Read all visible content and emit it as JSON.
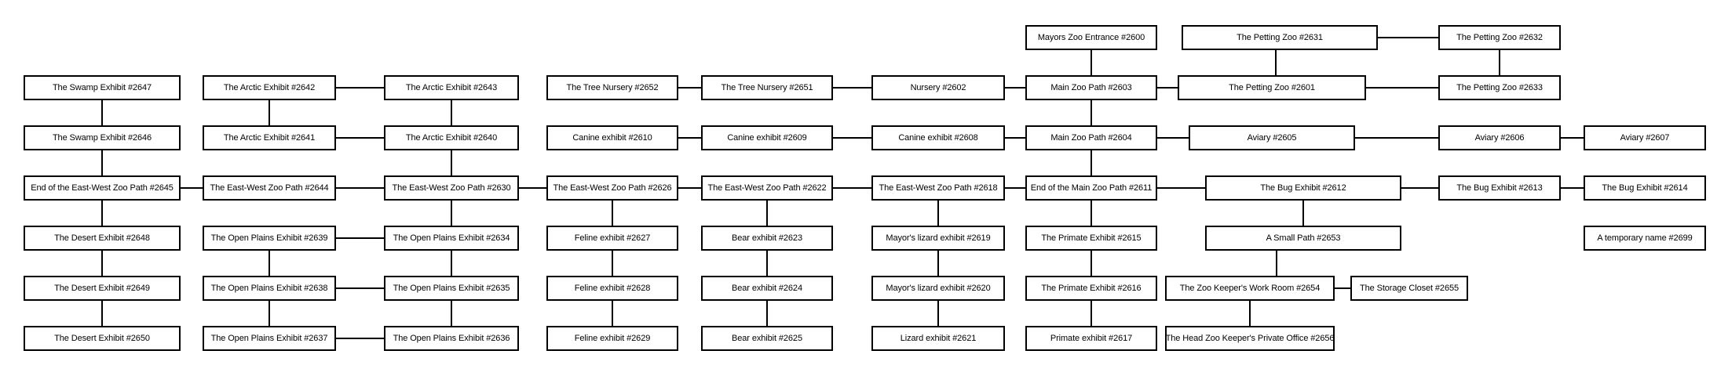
{
  "diagram": {
    "type": "room-connection-map",
    "colors": {
      "background": "#ffffff",
      "box_fill": "#ffffff",
      "line_color": "#000000",
      "text_color": "#000000"
    },
    "nodes": [
      {
        "id": "2600",
        "label": "Mayors Zoo Entrance #2600",
        "row": 0,
        "col": 6
      },
      {
        "id": "2631",
        "label": "The Petting Zoo #2631",
        "row": 0,
        "col": 7
      },
      {
        "id": "2632",
        "label": "The Petting Zoo #2632",
        "row": 0,
        "col": 8
      },
      {
        "id": "2647",
        "label": "The Swamp Exhibit #2647",
        "row": 1,
        "col": 0
      },
      {
        "id": "2642",
        "label": "The Arctic Exhibit #2642",
        "row": 1,
        "col": 1
      },
      {
        "id": "2643",
        "label": "The Arctic Exhibit #2643",
        "row": 1,
        "col": 2
      },
      {
        "id": "2652",
        "label": "The Tree Nursery #2652",
        "row": 1,
        "col": 3
      },
      {
        "id": "2651",
        "label": "The Tree Nursery #2651",
        "row": 1,
        "col": 4
      },
      {
        "id": "2602",
        "label": "Nursery #2602",
        "row": 1,
        "col": 5
      },
      {
        "id": "2603",
        "label": "Main Zoo Path #2603",
        "row": 1,
        "col": 6
      },
      {
        "id": "2601",
        "label": "The Petting Zoo #2601",
        "row": 1,
        "col": 7
      },
      {
        "id": "2633",
        "label": "The Petting Zoo #2633",
        "row": 1,
        "col": 8
      },
      {
        "id": "2646",
        "label": "The Swamp Exhibit #2646",
        "row": 2,
        "col": 0
      },
      {
        "id": "2641",
        "label": "The Arctic Exhibit #2641",
        "row": 2,
        "col": 1
      },
      {
        "id": "2640",
        "label": "The Arctic Exhibit #2640",
        "row": 2,
        "col": 2
      },
      {
        "id": "2610",
        "label": "Canine exhibit #2610",
        "row": 2,
        "col": 3
      },
      {
        "id": "2609",
        "label": "Canine exhibit #2609",
        "row": 2,
        "col": 4
      },
      {
        "id": "2608",
        "label": "Canine exhibit #2608",
        "row": 2,
        "col": 5
      },
      {
        "id": "2604",
        "label": "Main Zoo Path #2604",
        "row": 2,
        "col": 6
      },
      {
        "id": "2605",
        "label": "Aviary #2605",
        "row": 2,
        "col": 7
      },
      {
        "id": "2606",
        "label": "Aviary #2606",
        "row": 2,
        "col": 8
      },
      {
        "id": "2607",
        "label": "Aviary #2607",
        "row": 2,
        "col": 9
      },
      {
        "id": "2645",
        "label": "End of the East-West Zoo Path #2645",
        "row": 3,
        "col": 0
      },
      {
        "id": "2644",
        "label": "The East-West Zoo Path #2644",
        "row": 3,
        "col": 1
      },
      {
        "id": "2630",
        "label": "The East-West Zoo Path #2630",
        "row": 3,
        "col": 2
      },
      {
        "id": "2626",
        "label": "The East-West Zoo Path #2626",
        "row": 3,
        "col": 3
      },
      {
        "id": "2622",
        "label": "The East-West Zoo Path #2622",
        "row": 3,
        "col": 4
      },
      {
        "id": "2618",
        "label": "The East-West Zoo Path #2618",
        "row": 3,
        "col": 5
      },
      {
        "id": "2611",
        "label": "End of the Main Zoo Path #2611",
        "row": 3,
        "col": 6
      },
      {
        "id": "2612",
        "label": "The Bug Exhibit #2612",
        "row": 3,
        "col": 7
      },
      {
        "id": "2613",
        "label": "The Bug Exhibit #2613",
        "row": 3,
        "col": 8
      },
      {
        "id": "2614",
        "label": "The Bug Exhibit #2614",
        "row": 3,
        "col": 9
      },
      {
        "id": "2648",
        "label": "The Desert Exhibit #2648",
        "row": 4,
        "col": 0
      },
      {
        "id": "2639",
        "label": "The Open Plains Exhibit #2639",
        "row": 4,
        "col": 1
      },
      {
        "id": "2634",
        "label": "The Open Plains Exhibit #2634",
        "row": 4,
        "col": 2
      },
      {
        "id": "2627",
        "label": "Feline exhibit #2627",
        "row": 4,
        "col": 3
      },
      {
        "id": "2623",
        "label": "Bear exhibit #2623",
        "row": 4,
        "col": 4
      },
      {
        "id": "2619",
        "label": "Mayor's lizard exhibit #2619",
        "row": 4,
        "col": 5
      },
      {
        "id": "2615",
        "label": "The Primate Exhibit #2615",
        "row": 4,
        "col": 6
      },
      {
        "id": "2653",
        "label": "A Small Path #2653",
        "row": 4,
        "col": 7
      },
      {
        "id": "2699",
        "label": "A temporary name #2699",
        "row": 4,
        "col": 9
      },
      {
        "id": "2649",
        "label": "The Desert Exhibit #2649",
        "row": 5,
        "col": 0
      },
      {
        "id": "2638",
        "label": "The Open Plains Exhibit #2638",
        "row": 5,
        "col": 1
      },
      {
        "id": "2635",
        "label": "The Open Plains Exhibit #2635",
        "row": 5,
        "col": 2
      },
      {
        "id": "2628",
        "label": "Feline exhibit #2628",
        "row": 5,
        "col": 3
      },
      {
        "id": "2624",
        "label": "Bear exhibit #2624",
        "row": 5,
        "col": 4
      },
      {
        "id": "2620",
        "label": "Mayor's lizard exhibit #2620",
        "row": 5,
        "col": 5
      },
      {
        "id": "2616",
        "label": "The Primate Exhibit #2616",
        "row": 5,
        "col": 6
      },
      {
        "id": "2654",
        "label": "The Zoo Keeper's Work Room #2654",
        "row": 5,
        "col": 7
      },
      {
        "id": "2655",
        "label": "The Storage Closet #2655",
        "row": 5,
        "col": 8
      },
      {
        "id": "2650",
        "label": "The Desert Exhibit #2650",
        "row": 6,
        "col": 0
      },
      {
        "id": "2637",
        "label": "The Open Plains Exhibit #2637",
        "row": 6,
        "col": 1
      },
      {
        "id": "2636",
        "label": "The Open Plains Exhibit #2636",
        "row": 6,
        "col": 2
      },
      {
        "id": "2629",
        "label": "Feline exhibit #2629",
        "row": 6,
        "col": 3
      },
      {
        "id": "2625",
        "label": "Bear exhibit #2625",
        "row": 6,
        "col": 4
      },
      {
        "id": "2621",
        "label": "Lizard exhibit #2621",
        "row": 6,
        "col": 5
      },
      {
        "id": "2617",
        "label": "Primate exhibit #2617",
        "row": 6,
        "col": 6
      },
      {
        "id": "2656",
        "label": "The Head Zoo Keeper's Private Office #2656",
        "row": 6,
        "col": 7
      }
    ],
    "edges": [
      [
        "2631",
        "2632"
      ],
      [
        "2642",
        "2643"
      ],
      [
        "2652",
        "2651"
      ],
      [
        "2651",
        "2602"
      ],
      [
        "2602",
        "2603"
      ],
      [
        "2603",
        "2601"
      ],
      [
        "2601",
        "2633"
      ],
      [
        "2641",
        "2640"
      ],
      [
        "2610",
        "2609"
      ],
      [
        "2609",
        "2608"
      ],
      [
        "2608",
        "2604"
      ],
      [
        "2604",
        "2605"
      ],
      [
        "2605",
        "2606"
      ],
      [
        "2606",
        "2607"
      ],
      [
        "2645",
        "2644"
      ],
      [
        "2644",
        "2630"
      ],
      [
        "2630",
        "2626"
      ],
      [
        "2626",
        "2622"
      ],
      [
        "2622",
        "2618"
      ],
      [
        "2618",
        "2611"
      ],
      [
        "2611",
        "2612"
      ],
      [
        "2612",
        "2613"
      ],
      [
        "2613",
        "2614"
      ],
      [
        "2639",
        "2634"
      ],
      [
        "2638",
        "2635"
      ],
      [
        "2654",
        "2655"
      ],
      [
        "2637",
        "2636"
      ],
      [
        "2600",
        "2603"
      ],
      [
        "2631",
        "2601"
      ],
      [
        "2632",
        "2633"
      ],
      [
        "2647",
        "2646"
      ],
      [
        "2646",
        "2645"
      ],
      [
        "2645",
        "2648"
      ],
      [
        "2648",
        "2649"
      ],
      [
        "2649",
        "2650"
      ],
      [
        "2642",
        "2641"
      ],
      [
        "2639",
        "2638"
      ],
      [
        "2638",
        "2637"
      ],
      [
        "2643",
        "2640"
      ],
      [
        "2640",
        "2630"
      ],
      [
        "2630",
        "2634"
      ],
      [
        "2634",
        "2635"
      ],
      [
        "2635",
        "2636"
      ],
      [
        "2626",
        "2627"
      ],
      [
        "2627",
        "2628"
      ],
      [
        "2628",
        "2629"
      ],
      [
        "2622",
        "2623"
      ],
      [
        "2623",
        "2624"
      ],
      [
        "2624",
        "2625"
      ],
      [
        "2618",
        "2619"
      ],
      [
        "2619",
        "2620"
      ],
      [
        "2620",
        "2621"
      ],
      [
        "2603",
        "2604"
      ],
      [
        "2604",
        "2611"
      ],
      [
        "2611",
        "2615"
      ],
      [
        "2615",
        "2616"
      ],
      [
        "2616",
        "2617"
      ],
      [
        "2612",
        "2653"
      ],
      [
        "2653",
        "2654"
      ],
      [
        "2654",
        "2656"
      ]
    ]
  }
}
